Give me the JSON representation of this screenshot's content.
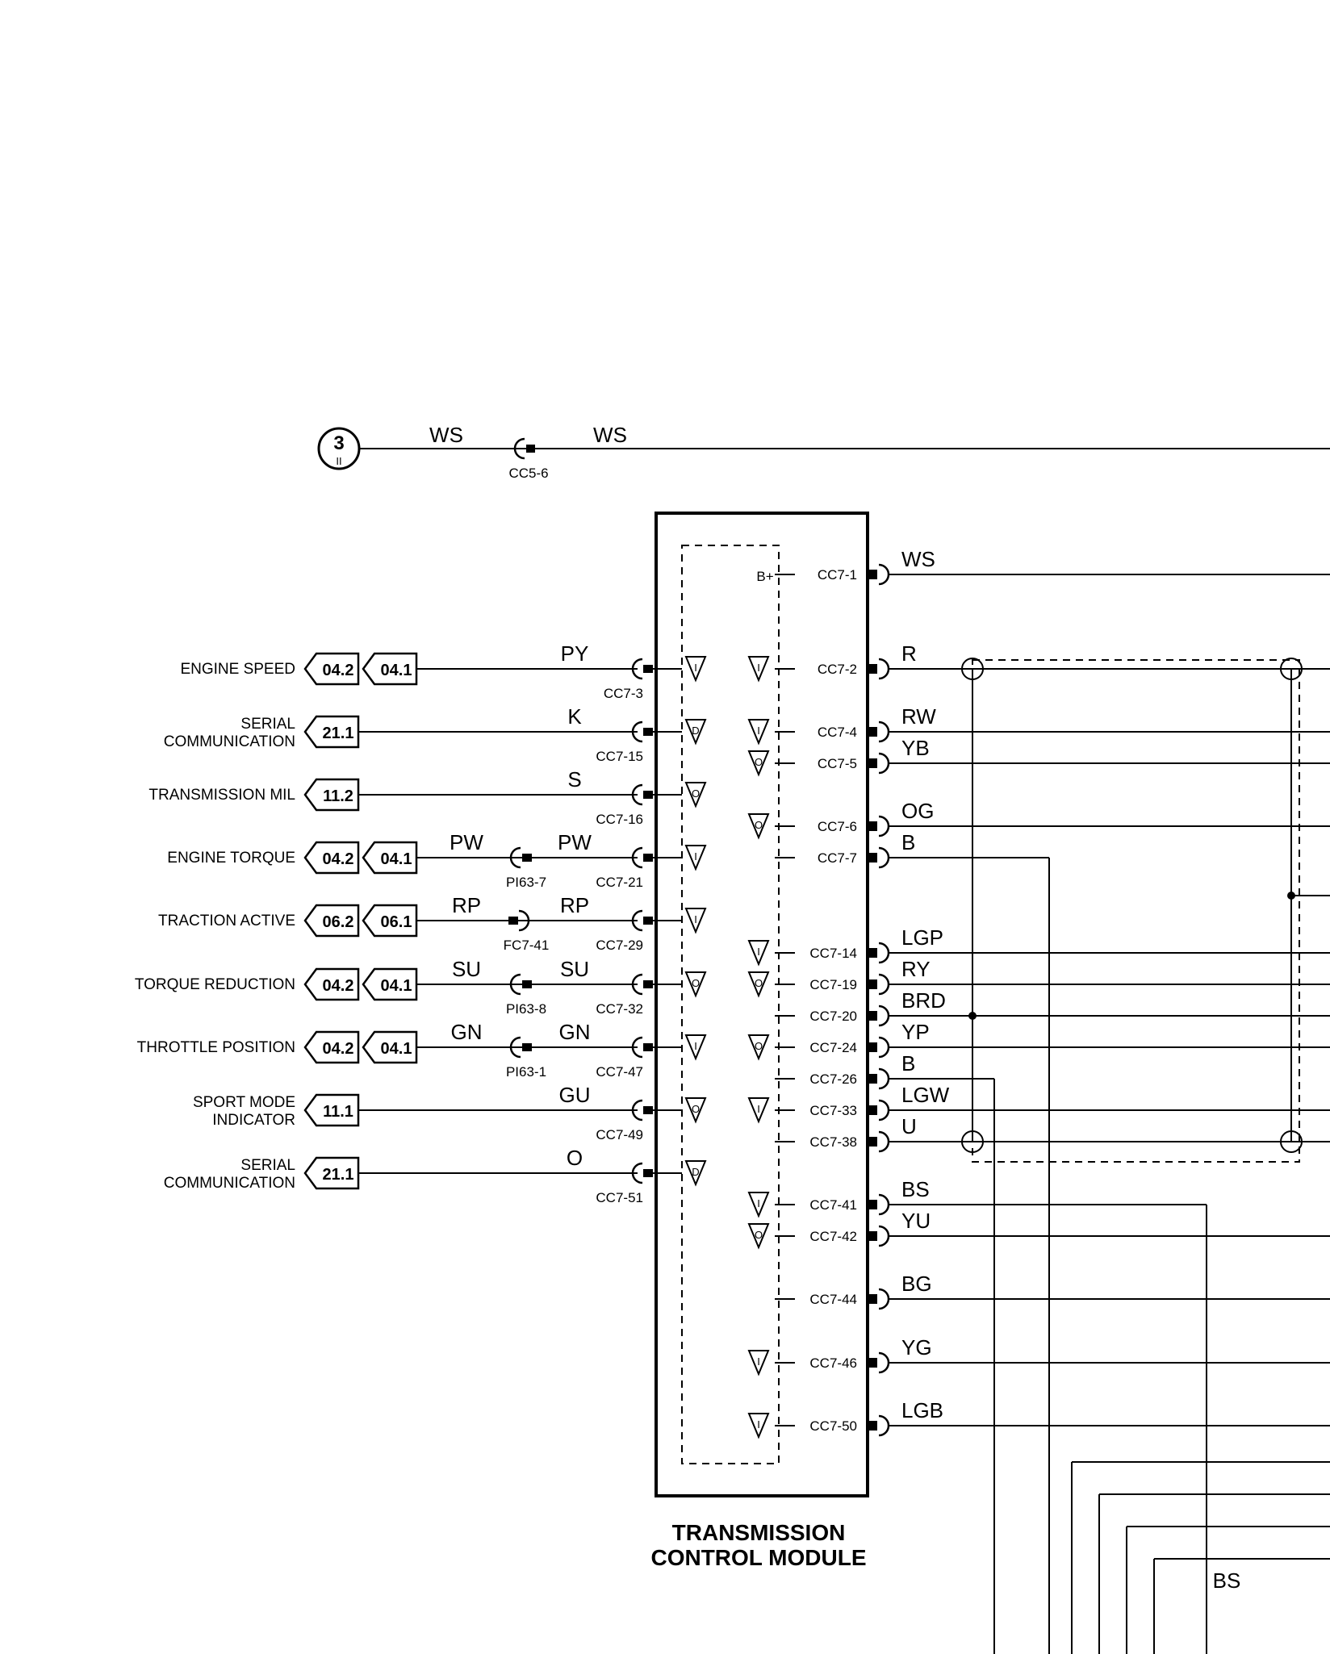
{
  "top_line": {
    "terminal": "3",
    "terminal_sub": "II",
    "wire_left": "WS",
    "wire_right": "WS",
    "connector": "CC5-6"
  },
  "module_title": [
    "TRANSMISSION",
    "CONTROL MODULE"
  ],
  "module_internal": {
    "bplus": "B+"
  },
  "left_signals": [
    {
      "label": [
        "ENGINE SPEED"
      ],
      "refs": [
        "04.2",
        "04.1"
      ],
      "wire_near_module": "PY",
      "pin": "CC7-3",
      "mid_wire": "",
      "mid_connector": "",
      "io": "I"
    },
    {
      "label": [
        "SERIAL",
        "COMMUNICATION"
      ],
      "refs": [
        "21.1"
      ],
      "wire_near_module": "K",
      "pin": "CC7-15",
      "mid_wire": "",
      "mid_connector": "",
      "io": "D"
    },
    {
      "label": [
        "TRANSMISSION MIL"
      ],
      "refs": [
        "11.2"
      ],
      "wire_near_module": "S",
      "pin": "CC7-16",
      "mid_wire": "",
      "mid_connector": "",
      "io": "O"
    },
    {
      "label": [
        "ENGINE TORQUE"
      ],
      "refs": [
        "04.2",
        "04.1"
      ],
      "wire_near_module": "PW",
      "pin": "CC7-21",
      "mid_wire": "PW",
      "mid_connector": "PI63-7",
      "io": "I"
    },
    {
      "label": [
        "TRACTION ACTIVE"
      ],
      "refs": [
        "06.2",
        "06.1"
      ],
      "wire_near_module": "RP",
      "pin": "CC7-29",
      "mid_wire": "RP",
      "mid_connector": "FC7-41",
      "io": "I"
    },
    {
      "label": [
        "TORQUE REDUCTION"
      ],
      "refs": [
        "04.2",
        "04.1"
      ],
      "wire_near_module": "SU",
      "pin": "CC7-32",
      "mid_wire": "SU",
      "mid_connector": "PI63-8",
      "io": "O"
    },
    {
      "label": [
        "THROTTLE POSITION"
      ],
      "refs": [
        "04.2",
        "04.1"
      ],
      "wire_near_module": "GN",
      "pin": "CC7-47",
      "mid_wire": "GN",
      "mid_connector": "PI63-1",
      "io": "I"
    },
    {
      "label": [
        "SPORT MODE",
        "INDICATOR"
      ],
      "refs": [
        "11.1"
      ],
      "wire_near_module": "GU",
      "pin": "CC7-49",
      "mid_wire": "",
      "mid_connector": "",
      "io": "O"
    },
    {
      "label": [
        "SERIAL",
        "COMMUNICATION"
      ],
      "refs": [
        "21.1"
      ],
      "wire_near_module": "O",
      "pin": "CC7-51",
      "mid_wire": "",
      "mid_connector": "",
      "io": "D"
    }
  ],
  "right_pins": [
    {
      "pin": "CC7-1",
      "wire": "WS",
      "io": ""
    },
    {
      "pin": "CC7-2",
      "wire": "R",
      "io": "I"
    },
    {
      "pin": "CC7-4",
      "wire": "RW",
      "io": "I"
    },
    {
      "pin": "CC7-5",
      "wire": "YB",
      "io": "O"
    },
    {
      "pin": "CC7-6",
      "wire": "OG",
      "io": "O"
    },
    {
      "pin": "CC7-7",
      "wire": "B",
      "io": ""
    },
    {
      "pin": "CC7-14",
      "wire": "LGP",
      "io": "I"
    },
    {
      "pin": "CC7-19",
      "wire": "RY",
      "io": "O"
    },
    {
      "pin": "CC7-20",
      "wire": "BRD",
      "io": ""
    },
    {
      "pin": "CC7-24",
      "wire": "YP",
      "io": "O"
    },
    {
      "pin": "CC7-26",
      "wire": "B",
      "io": ""
    },
    {
      "pin": "CC7-33",
      "wire": "LGW",
      "io": "I"
    },
    {
      "pin": "CC7-38",
      "wire": "U",
      "io": ""
    },
    {
      "pin": "CC7-41",
      "wire": "BS",
      "io": "I"
    },
    {
      "pin": "CC7-42",
      "wire": "YU",
      "io": "O"
    },
    {
      "pin": "CC7-44",
      "wire": "BG",
      "io": ""
    },
    {
      "pin": "CC7-46",
      "wire": "YG",
      "io": "I"
    },
    {
      "pin": "CC7-50",
      "wire": "LGB",
      "io": "I"
    }
  ],
  "bottom_wire_label": "BS"
}
